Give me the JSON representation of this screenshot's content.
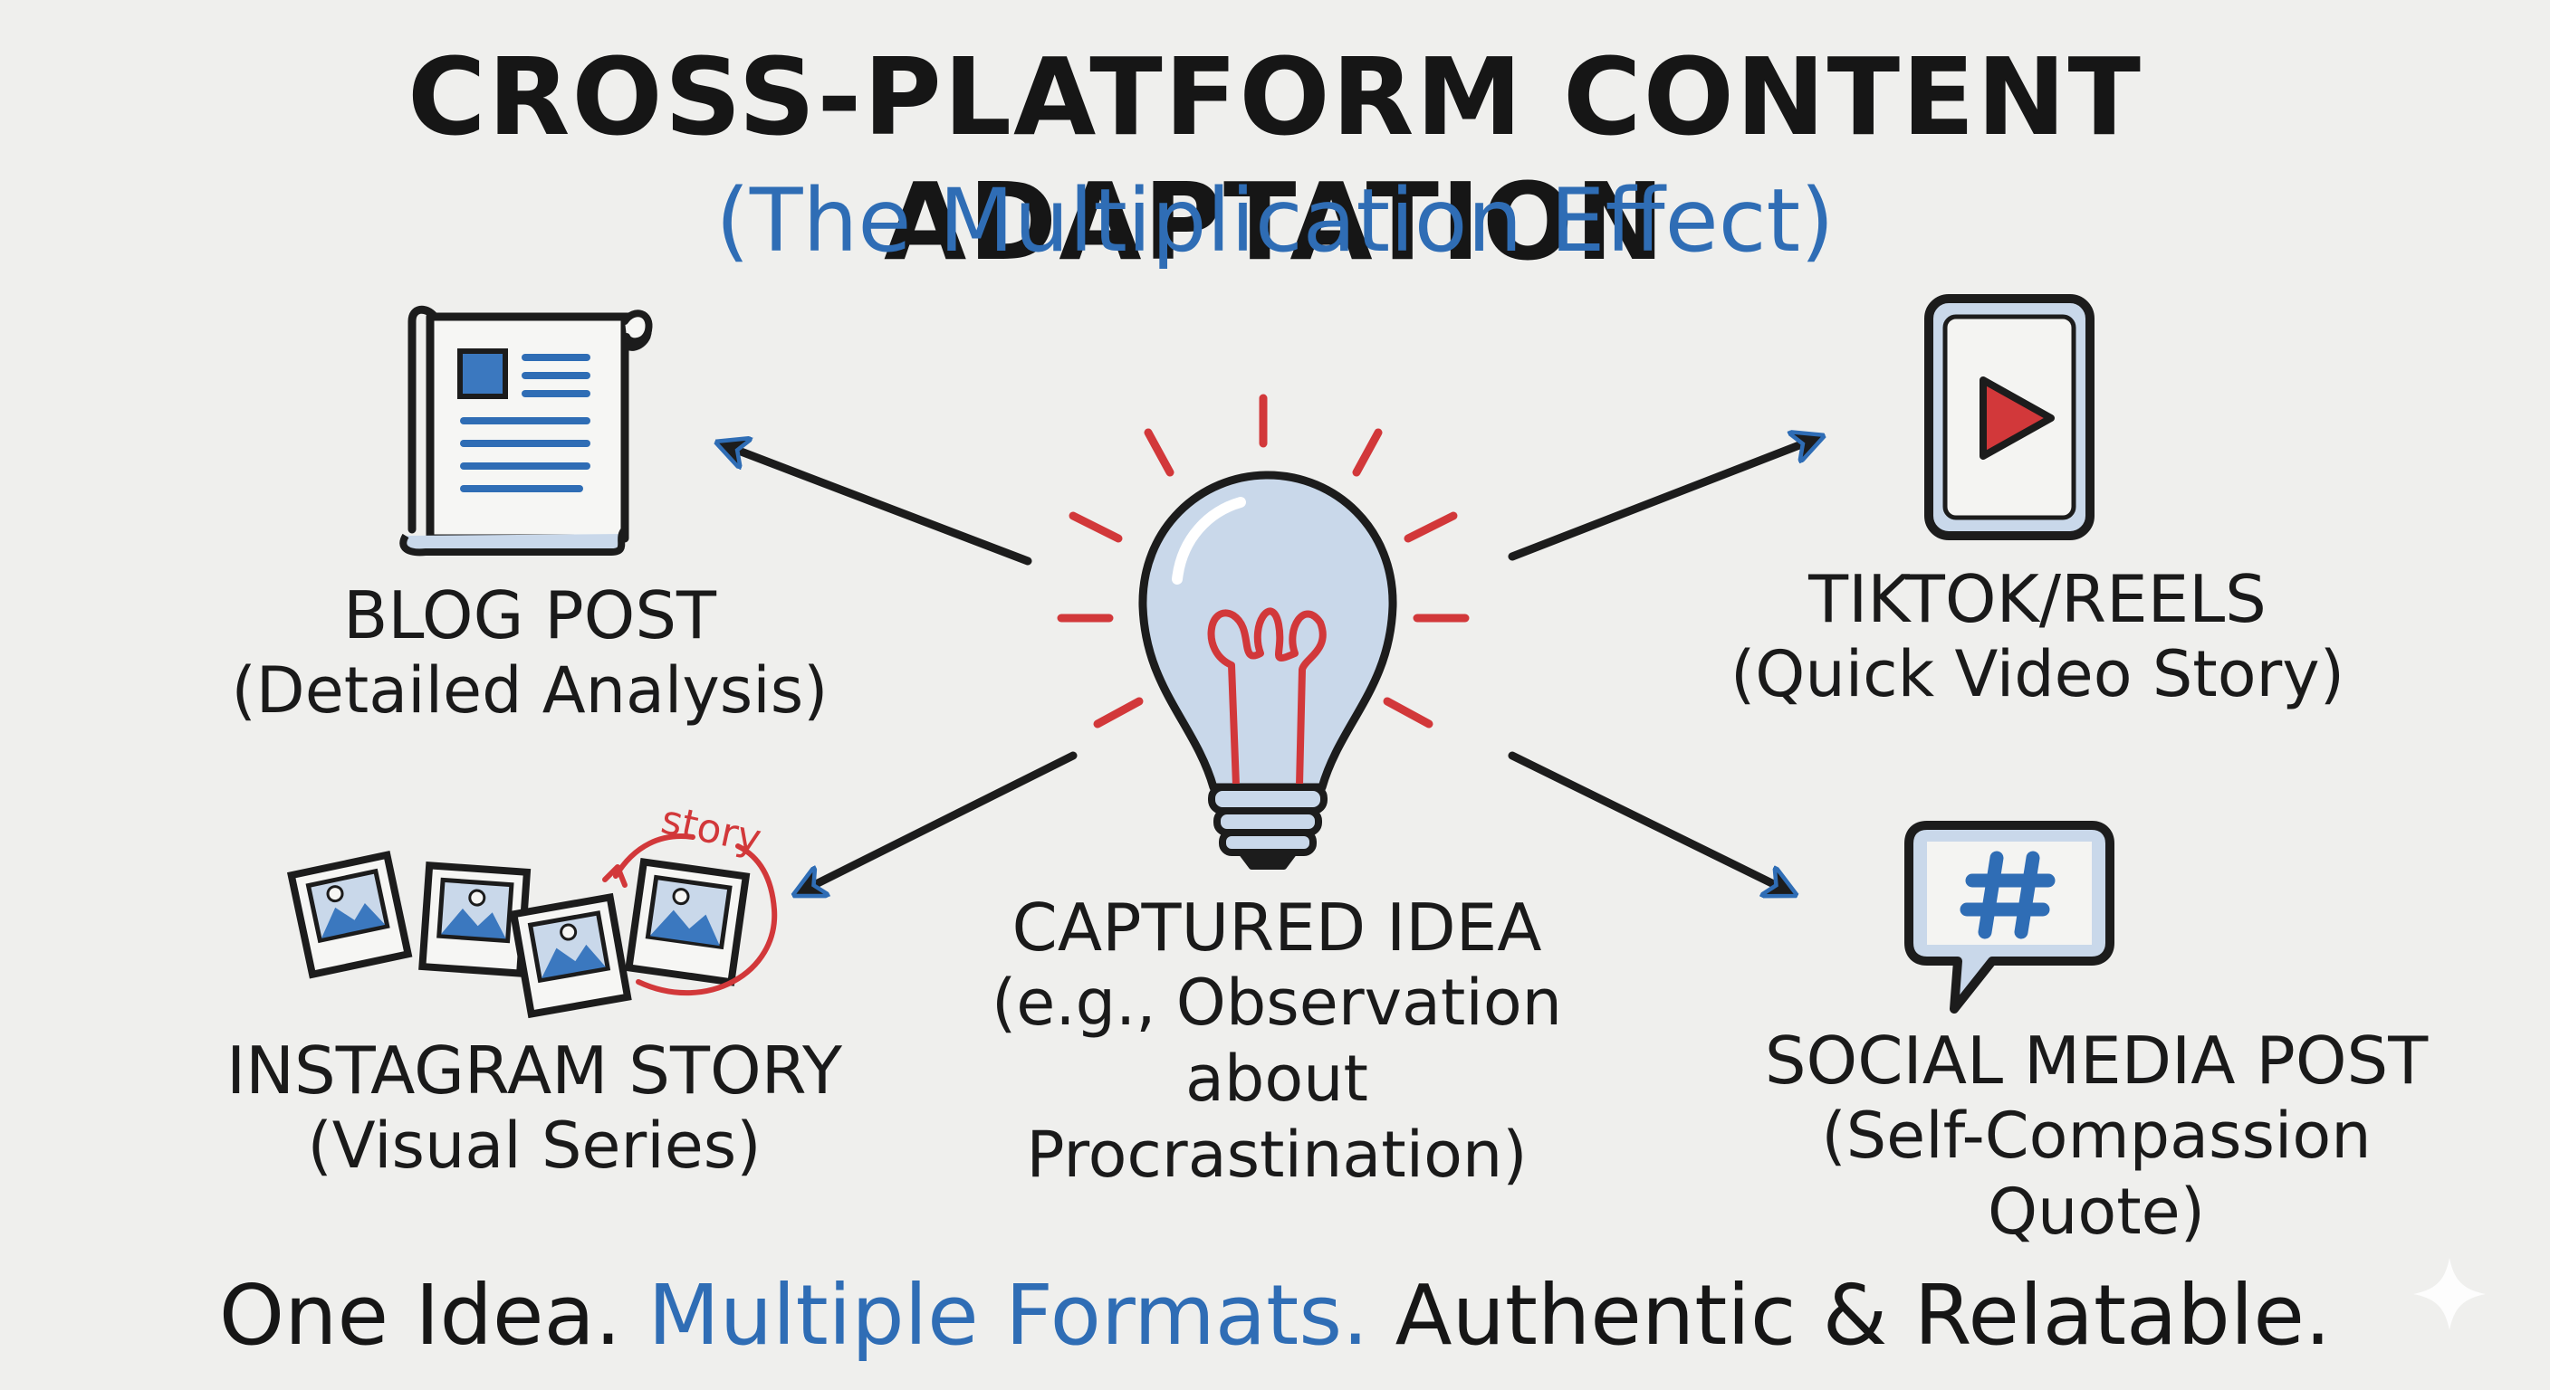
{
  "title": "CROSS-PLATFORM CONTENT ADAPTATION",
  "subtitle": "(The Multiplication Effect)",
  "center": {
    "title": "CAPTURED IDEA",
    "sub_line1": "(e.g., Observation about",
    "sub_line2": "Procrastination)",
    "icon": "lightbulb-icon"
  },
  "nodes": {
    "blog": {
      "title": "BLOG POST",
      "sub": "(Detailed Analysis)",
      "icon": "document-scroll-icon"
    },
    "tiktok": {
      "title": "TIKTOK/REELS",
      "sub": "(Quick Video Story)",
      "icon": "video-play-icon"
    },
    "instagram": {
      "title": "INSTAGRAM STORY",
      "sub": "(Visual Series)",
      "icon": "photo-series-icon",
      "badge": "story"
    },
    "social": {
      "title": "SOCIAL MEDIA POST",
      "sub": "(Self-Compassion Quote)",
      "icon": "hashtag-speech-bubble-icon"
    }
  },
  "tagline": {
    "part1": "One Idea.",
    "part2": "Multiple Formats.",
    "part3": "Authentic & Relatable."
  },
  "colors": {
    "accent_blue": "#2f6db5",
    "accent_red": "#d2383a",
    "ink": "#1c1c1c",
    "background": "#efefed"
  }
}
